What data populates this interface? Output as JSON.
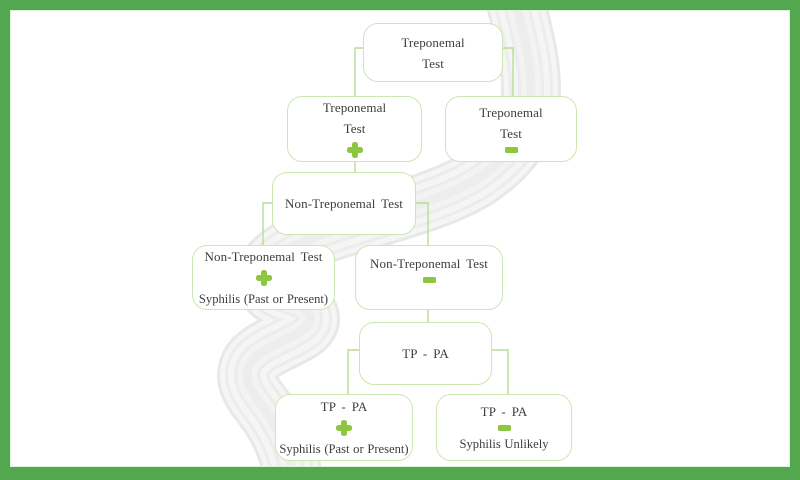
{
  "colors": {
    "page_border": "#53a74e",
    "box_border": "#cde6b2",
    "connector": "#b9dc96",
    "sign": "#8dc63f",
    "text": "#3d3d3d"
  },
  "flowchart": {
    "nodes": [
      {
        "id": "treponemal-test",
        "line1": "Treponemal",
        "line2": "Test",
        "sign": null,
        "outcome": null
      },
      {
        "id": "treponemal-test-positive",
        "line1": "Treponemal",
        "line2": "Test",
        "sign": "plus",
        "outcome": null
      },
      {
        "id": "treponemal-test-negative",
        "line1": "Treponemal",
        "line2": "Test",
        "sign": "minus",
        "outcome": null
      },
      {
        "id": "non-treponemal-test",
        "line1": "Non-Treponemal Test",
        "line2": null,
        "sign": null,
        "outcome": null
      },
      {
        "id": "non-treponemal-test-positive",
        "line1": "Non-Treponemal Test",
        "line2": null,
        "sign": "plus",
        "outcome": "Syphilis (Past or Present)"
      },
      {
        "id": "non-treponemal-test-negative",
        "line1": "Non-Treponemal Test",
        "line2": null,
        "sign": "minus",
        "outcome": null
      },
      {
        "id": "tp-pa",
        "line1": "TP - PA",
        "line2": null,
        "sign": null,
        "outcome": null
      },
      {
        "id": "tp-pa-positive",
        "line1": "TP - PA",
        "line2": null,
        "sign": "plus",
        "outcome": "Syphilis (Past or Present)"
      },
      {
        "id": "tp-pa-negative",
        "line1": "TP - PA",
        "line2": null,
        "sign": "minus",
        "outcome": "Syphilis Unlikely"
      }
    ],
    "edges": [
      {
        "from": "treponemal-test",
        "to": "treponemal-test-positive"
      },
      {
        "from": "treponemal-test",
        "to": "treponemal-test-negative"
      },
      {
        "from": "treponemal-test-positive",
        "to": "non-treponemal-test"
      },
      {
        "from": "non-treponemal-test",
        "to": "non-treponemal-test-positive"
      },
      {
        "from": "non-treponemal-test",
        "to": "non-treponemal-test-negative"
      },
      {
        "from": "non-treponemal-test-negative",
        "to": "tp-pa"
      },
      {
        "from": "tp-pa",
        "to": "tp-pa-positive"
      },
      {
        "from": "tp-pa",
        "to": "tp-pa-negative"
      }
    ]
  }
}
